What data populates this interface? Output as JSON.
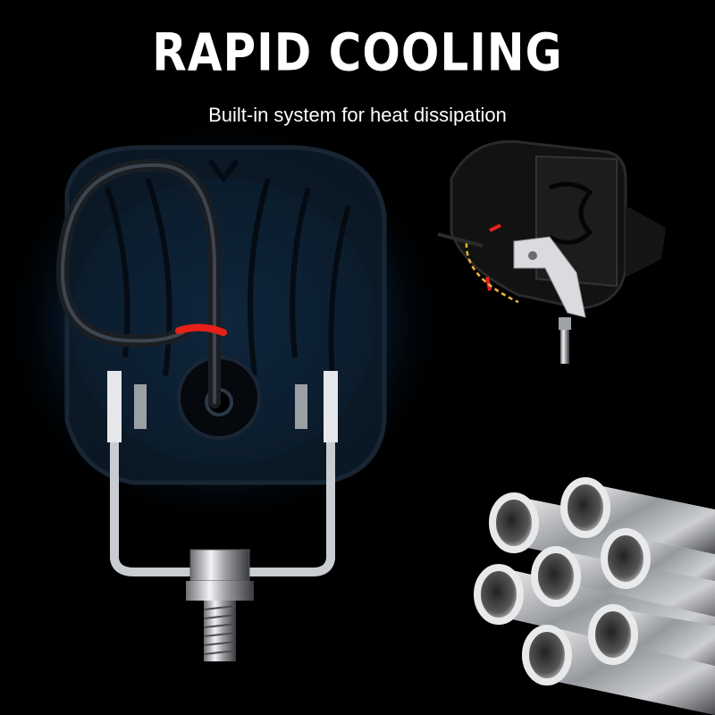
{
  "headline": "RAPID COOLING",
  "subheadline": "Built-in system for heat dissipation",
  "colors": {
    "background": "#000000",
    "text": "#ffffff",
    "glow": "#1e90ff",
    "wire_accent": "#e8201a",
    "arrow": "#f2b43a"
  },
  "icons": [
    "light-housing-back",
    "mounting-bracket",
    "bolt",
    "side-view-light",
    "aluminum-tubes"
  ]
}
